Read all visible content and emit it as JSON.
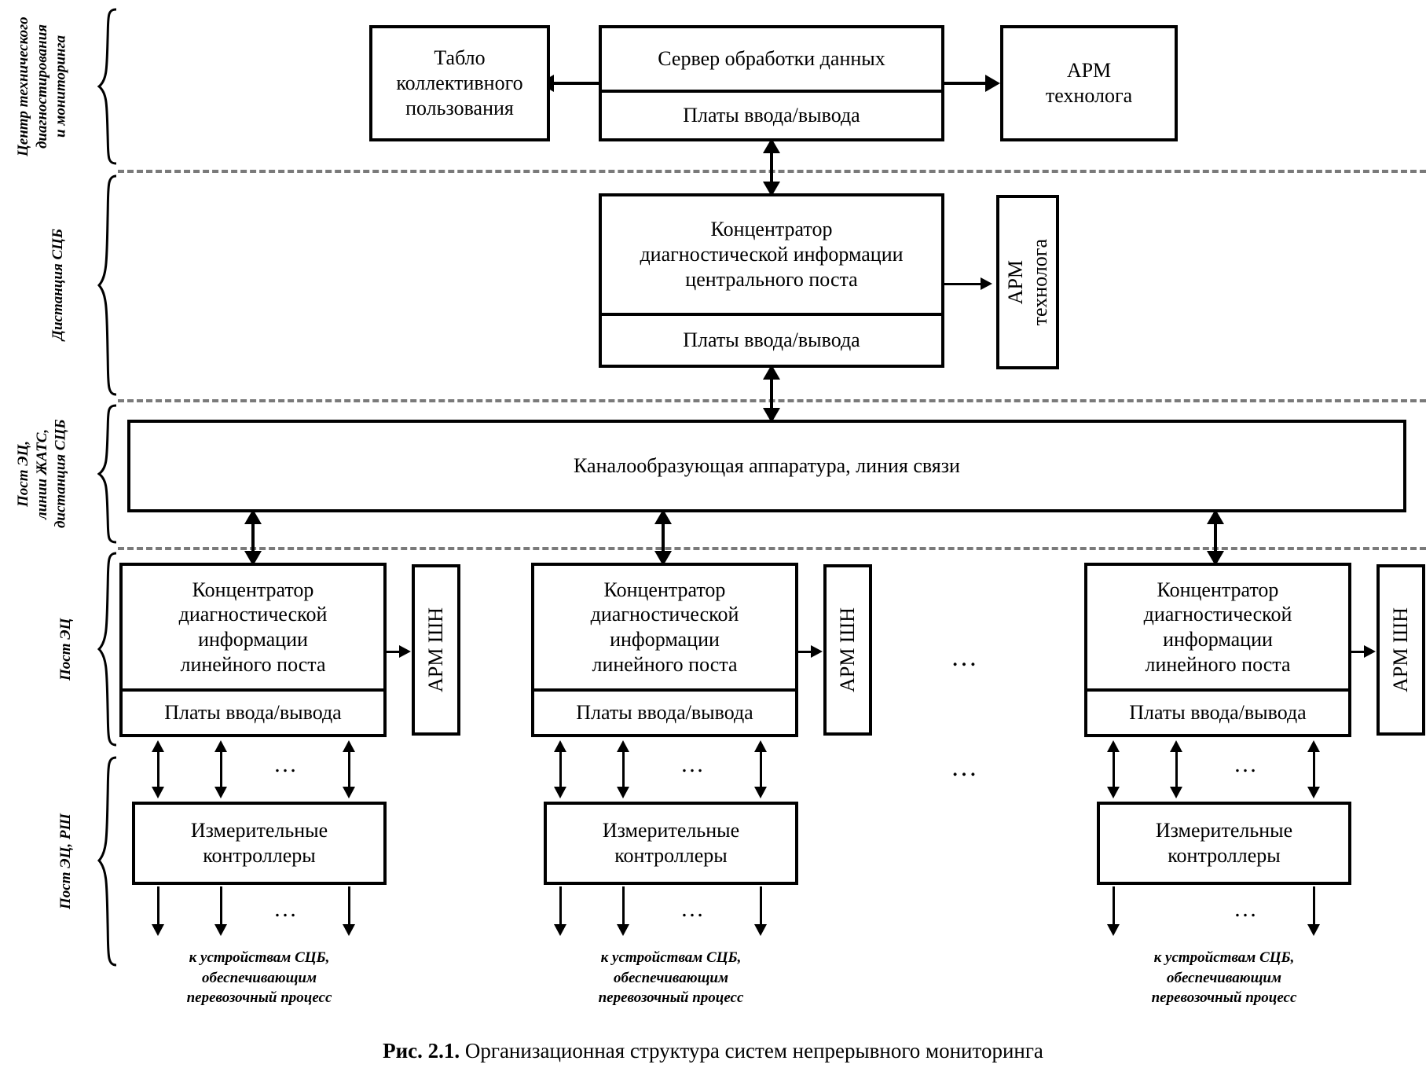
{
  "figure": {
    "number": "Рис. 2.1.",
    "caption": "Организационная структура систем непрерывного мониторинга"
  },
  "side_labels": [
    {
      "id": "center",
      "text": "Центр технического\nдиагностирования\nи мониторинга"
    },
    {
      "id": "distance",
      "text": "Дистанция СЦБ"
    },
    {
      "id": "post-lines",
      "text": "Пост ЭЦ,\nлинии ЖАТС,\nдистанция СЦБ"
    },
    {
      "id": "post-ec",
      "text": "Пост ЭЦ"
    },
    {
      "id": "post-ec-rsh",
      "text": "Пост ЭЦ, РШ"
    }
  ],
  "tier1": {
    "display_board": "Табло\nколлективного\nпользования",
    "server": {
      "title": "Сервер обработки данных",
      "sub": "Платы ввода/вывода"
    },
    "workstation": "АРМ\nтехнолога"
  },
  "tier2": {
    "concentrator": {
      "title": "Концентратор\nдиагностической информации\nцентрального поста",
      "sub": "Платы ввода/вывода"
    },
    "workstation_vertical": "АРМ\nтехнолога"
  },
  "tier3": {
    "channel_equipment": "Каналообразующая аппаратура, линия связи"
  },
  "tier4": {
    "columns": [
      {
        "concentrator": {
          "title": "Концентратор\nдиагностической\nинформации\nлинейного поста",
          "sub": "Платы ввода/вывода"
        },
        "workstation_vertical": "АРМ ШН",
        "controllers": "Измерительные\nконтроллеры",
        "note": "к устройствам СЦБ,\nобеспечивающим\nперевозочный процесс"
      },
      {
        "concentrator": {
          "title": "Концентратор\nдиагностической\nинформации\nлинейного поста",
          "sub": "Платы ввода/вывода"
        },
        "workstation_vertical": "АРМ ШН",
        "controllers": "Измерительные\nконтроллеры",
        "note": "к устройствам СЦБ,\nобеспечивающим\nперевозочный процесс"
      },
      {
        "concentrator": {
          "title": "Концентратор\nдиагностической\nинформации\nлинейного поста",
          "sub": "Платы ввода/вывода"
        },
        "workstation_vertical": "АРМ ШН",
        "controllers": "Измерительные\nконтроллеры",
        "note": "к устройствам СЦБ,\nобеспечивающим\nперевозочный процесс"
      }
    ],
    "ellipsis": "…",
    "between_columns_ellipsis": "…"
  },
  "colors": {
    "stroke": "#000000",
    "dashed_separator": "#7a7a7a",
    "background": "#ffffff"
  }
}
